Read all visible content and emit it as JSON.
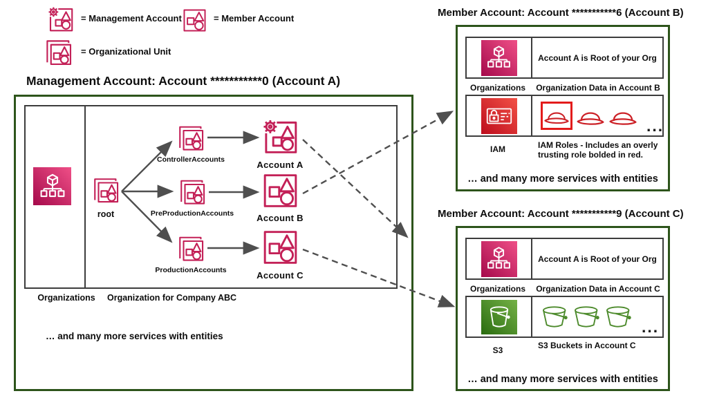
{
  "colors": {
    "pink_outline": "#c32057",
    "box_green": "#2d541b",
    "inner_border": "#3c3c3c",
    "arrow_gray": "#4f4f4f",
    "role_red": "#cc2127",
    "bold_red": "#e31b1b",
    "bucket_green": "#4c8a2b",
    "text": "#0d0d0d",
    "org_gradient_start": "#a50a4b",
    "org_gradient_end": "#ef4f87",
    "iam_gradient_start": "#bd0d1d",
    "iam_gradient_end": "#f25146",
    "s3_gradient_start": "#2a6c10",
    "s3_gradient_end": "#74b146"
  },
  "legend": {
    "management": "= Management Account",
    "member": "= Member Account",
    "organizational_unit": "= Organizational Unit"
  },
  "management_account": {
    "title": "Management Account: Account ***********0 (Account A)",
    "service_label": "Organizations",
    "org_caption": "Organization for Company ABC",
    "root_label": "root",
    "ous": [
      "ControllerAccounts",
      "PreProductionAccounts",
      "ProductionAccounts"
    ],
    "accounts": [
      "Account A",
      "Account B",
      "Account C"
    ],
    "more_services": "… and many more services with entities"
  },
  "member_account_b": {
    "title": "Member Account: Account ***********6 (Account B)",
    "org_row": {
      "service": "Organizations",
      "content": "Account A is Root of your Org",
      "caption": "Organization Data in Account B"
    },
    "iam_row": {
      "service": "IAM",
      "caption": "IAM Roles - Includes an overly trusting role bolded in red.",
      "ellipsis": "..."
    },
    "more_services": "… and many more services with entities"
  },
  "member_account_c": {
    "title": "Member Account: Account ***********9 (Account C)",
    "org_row": {
      "service": "Organizations",
      "content": "Account A is Root of your Org",
      "caption": "Organization Data in Account C"
    },
    "s3_row": {
      "service": "S3",
      "caption": "S3 Buckets in Account C",
      "ellipsis": "..."
    },
    "more_services": "… and many more services with entities"
  }
}
